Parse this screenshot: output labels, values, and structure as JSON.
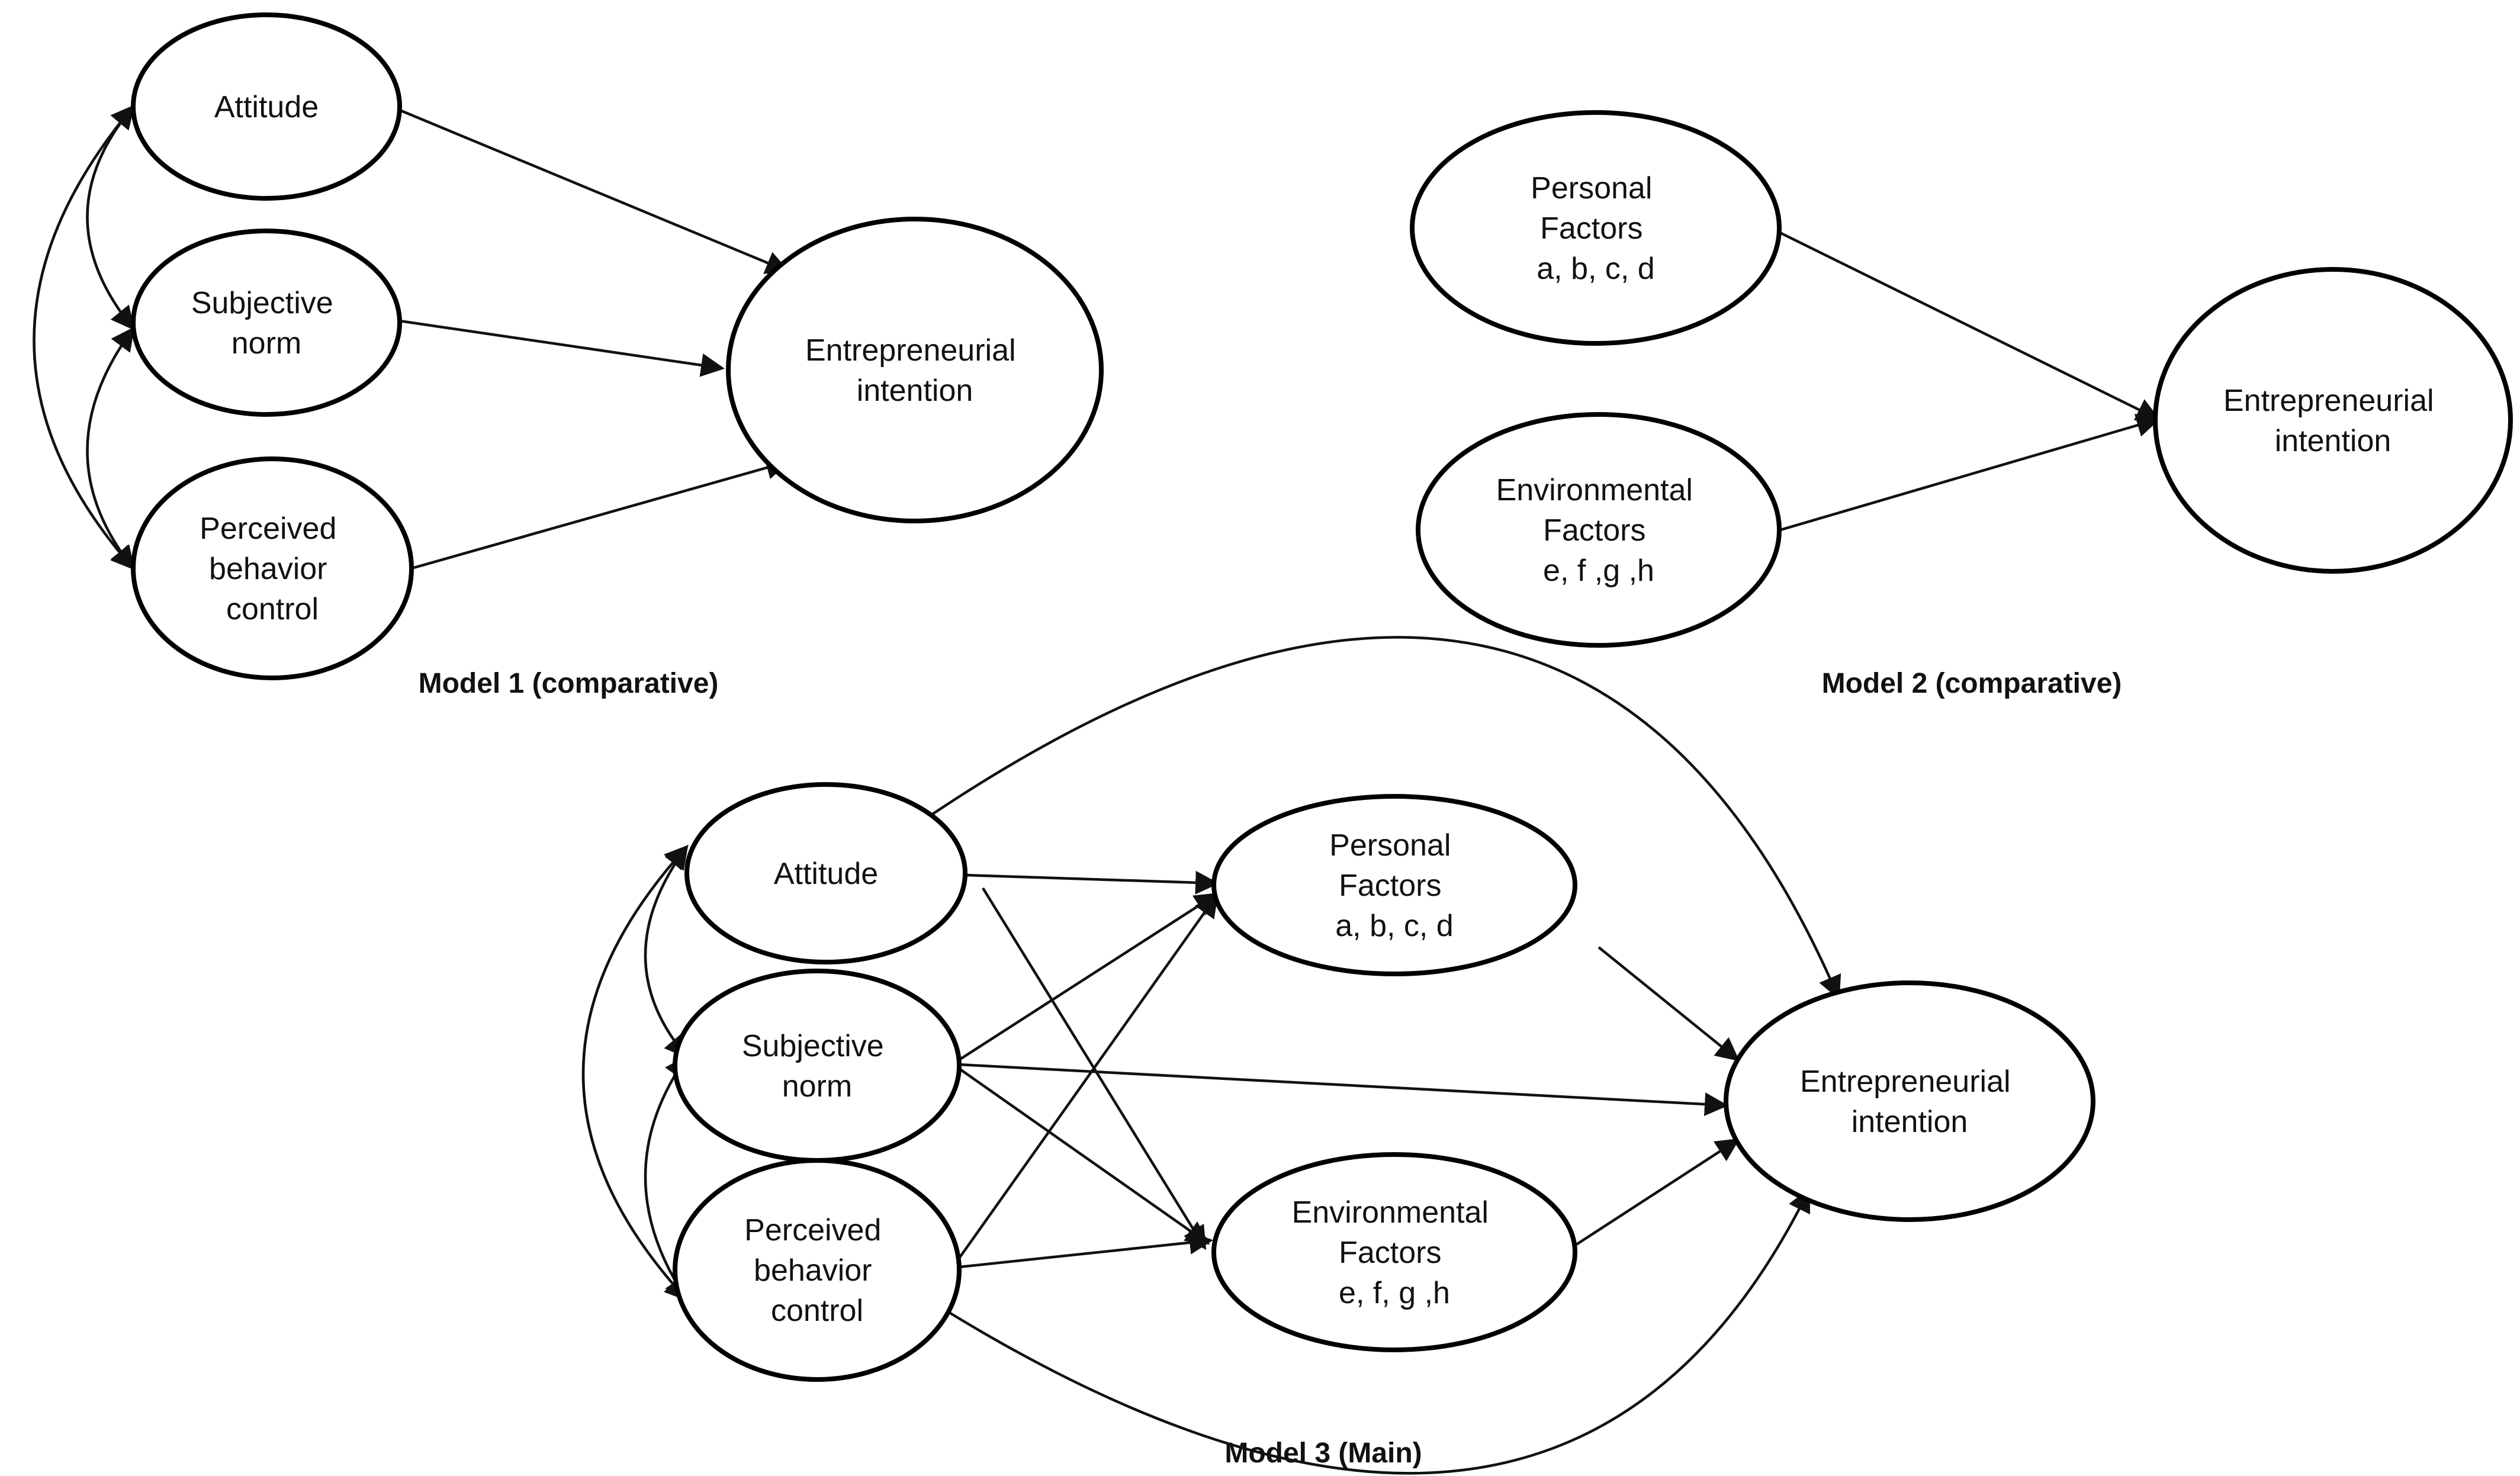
{
  "models": {
    "m1": {
      "caption": "Model 1 (comparative)",
      "nodes": {
        "attitude": [
          "Attitude"
        ],
        "subjective_norm": [
          "Subjective",
          "norm"
        ],
        "pbc": [
          "Perceived",
          "behavior",
          "control"
        ],
        "intention": [
          "Entrepreneurial",
          "intention"
        ]
      }
    },
    "m2": {
      "caption": "Model 2 (comparative)",
      "nodes": {
        "personal": [
          "Personal",
          "Factors",
          "a, b, c, d"
        ],
        "environmental": [
          "Environmental",
          "Factors",
          "e, f ,g ,h"
        ],
        "intention": [
          "Entrepreneurial",
          "intention"
        ]
      }
    },
    "m3": {
      "caption": "Model 3 (Main)",
      "nodes": {
        "attitude": [
          "Attitude"
        ],
        "subjective_norm": [
          "Subjective",
          "norm"
        ],
        "pbc": [
          "Perceived",
          "behavior",
          "control"
        ],
        "personal": [
          "Personal",
          "Factors",
          "a, b, c, d"
        ],
        "environmental": [
          "Environmental",
          "Factors",
          "e, f, g ,h"
        ],
        "intention": [
          "Entrepreneurial",
          "intention"
        ]
      }
    }
  },
  "edges": [
    {
      "model": "m1",
      "from": "attitude",
      "to": "intention"
    },
    {
      "model": "m1",
      "from": "subjective_norm",
      "to": "intention"
    },
    {
      "model": "m1",
      "from": "pbc",
      "to": "intention"
    },
    {
      "model": "m1",
      "from": "attitude",
      "to": "subjective_norm",
      "type": "covariance"
    },
    {
      "model": "m1",
      "from": "subjective_norm",
      "to": "pbc",
      "type": "covariance"
    },
    {
      "model": "m1",
      "from": "attitude",
      "to": "pbc",
      "type": "covariance"
    },
    {
      "model": "m2",
      "from": "personal",
      "to": "intention"
    },
    {
      "model": "m2",
      "from": "environmental",
      "to": "intention"
    },
    {
      "model": "m3",
      "from": "attitude",
      "to": "personal"
    },
    {
      "model": "m3",
      "from": "attitude",
      "to": "environmental"
    },
    {
      "model": "m3",
      "from": "attitude",
      "to": "intention"
    },
    {
      "model": "m3",
      "from": "subjective_norm",
      "to": "personal"
    },
    {
      "model": "m3",
      "from": "subjective_norm",
      "to": "environmental"
    },
    {
      "model": "m3",
      "from": "subjective_norm",
      "to": "intention"
    },
    {
      "model": "m3",
      "from": "pbc",
      "to": "personal"
    },
    {
      "model": "m3",
      "from": "pbc",
      "to": "environmental"
    },
    {
      "model": "m3",
      "from": "pbc",
      "to": "intention"
    },
    {
      "model": "m3",
      "from": "personal",
      "to": "intention"
    },
    {
      "model": "m3",
      "from": "environmental",
      "to": "intention"
    },
    {
      "model": "m3",
      "from": "attitude",
      "to": "subjective_norm",
      "type": "covariance"
    },
    {
      "model": "m3",
      "from": "subjective_norm",
      "to": "pbc",
      "type": "covariance"
    },
    {
      "model": "m3",
      "from": "attitude",
      "to": "pbc",
      "type": "covariance"
    }
  ]
}
